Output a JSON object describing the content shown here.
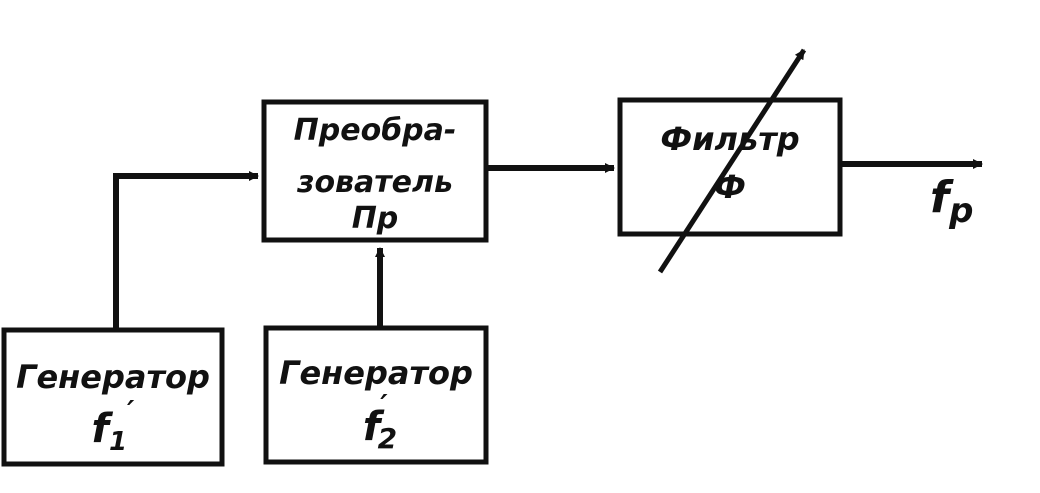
{
  "diagram": {
    "converter": {
      "line1": "Преобра-",
      "line2": "зователь",
      "line3": "Пр"
    },
    "filter": {
      "line1": "Фильтр",
      "line2": "Ф"
    },
    "generator1": {
      "title": "Генератор",
      "freq": "f",
      "freq_sub": "1",
      "freq_prime": "′"
    },
    "generator2": {
      "title": "Генератор",
      "freq": "f",
      "freq_sub": "2",
      "freq_prime": "′"
    },
    "output": {
      "freq": "f",
      "freq_sub": "р"
    },
    "colors": {
      "ink": "#111111",
      "paper": "#ffffff"
    }
  }
}
